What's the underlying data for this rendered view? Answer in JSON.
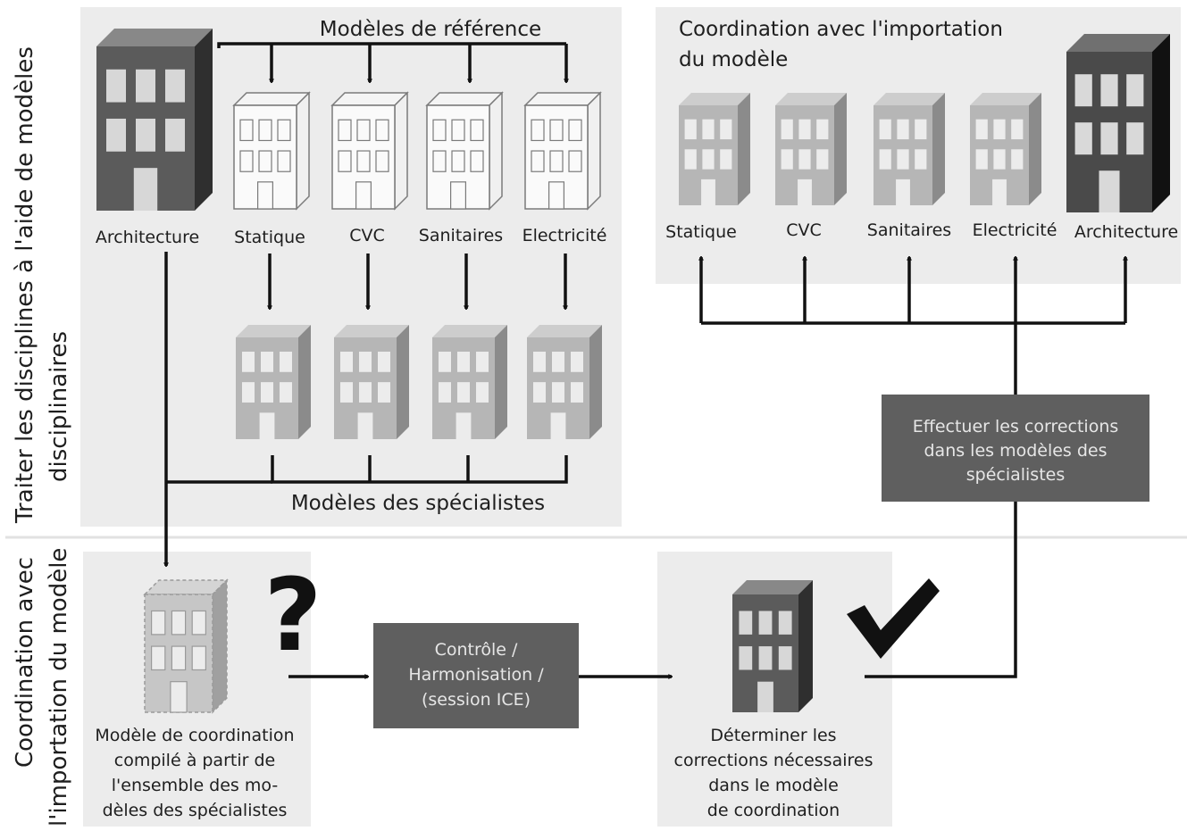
{
  "side_labels": {
    "top_line1": "Traiter les disciplines à l'aide de modèles",
    "top_line2": "disciplinaires",
    "bottom_line1": "Coordination avec",
    "bottom_line2": "l'importation du modèle"
  },
  "reference_models": {
    "title": "Modèles de référence",
    "source": "Architecture",
    "disciplines": [
      "Statique",
      "CVC",
      "Sanitaires",
      "Electricité"
    ]
  },
  "specialist_models_label": "Modèles des spécialistes",
  "import_coordination": {
    "title_line1": "Coordination avec l'importation",
    "title_line2": "du modèle",
    "models": [
      "Statique",
      "CVC",
      "Sanitaires",
      "Electricité",
      "Architecture"
    ]
  },
  "corrections_box": [
    "Effectuer les corrections",
    "dans les modèles des",
    "spécialistes"
  ],
  "coordination_model": [
    "Modèle de coordination",
    "compilé à partir de",
    "l'ensemble des mo-",
    "dèles des spécialistes"
  ],
  "control_box": [
    "Contrôle  /",
    "Harmonisation  /",
    "(session ICE)"
  ],
  "determine_corrections": [
    "Déterminer les",
    "corrections nécessaires",
    "dans le modèle",
    "de coordination"
  ],
  "symbols": {
    "question": "?"
  },
  "colors": {
    "panel": "#ececec",
    "dark_building": "#5b5b5b",
    "grey_building": "#a8a8a8",
    "box_fill": "#5f5f5f",
    "box_text": "#e6e6e6"
  }
}
